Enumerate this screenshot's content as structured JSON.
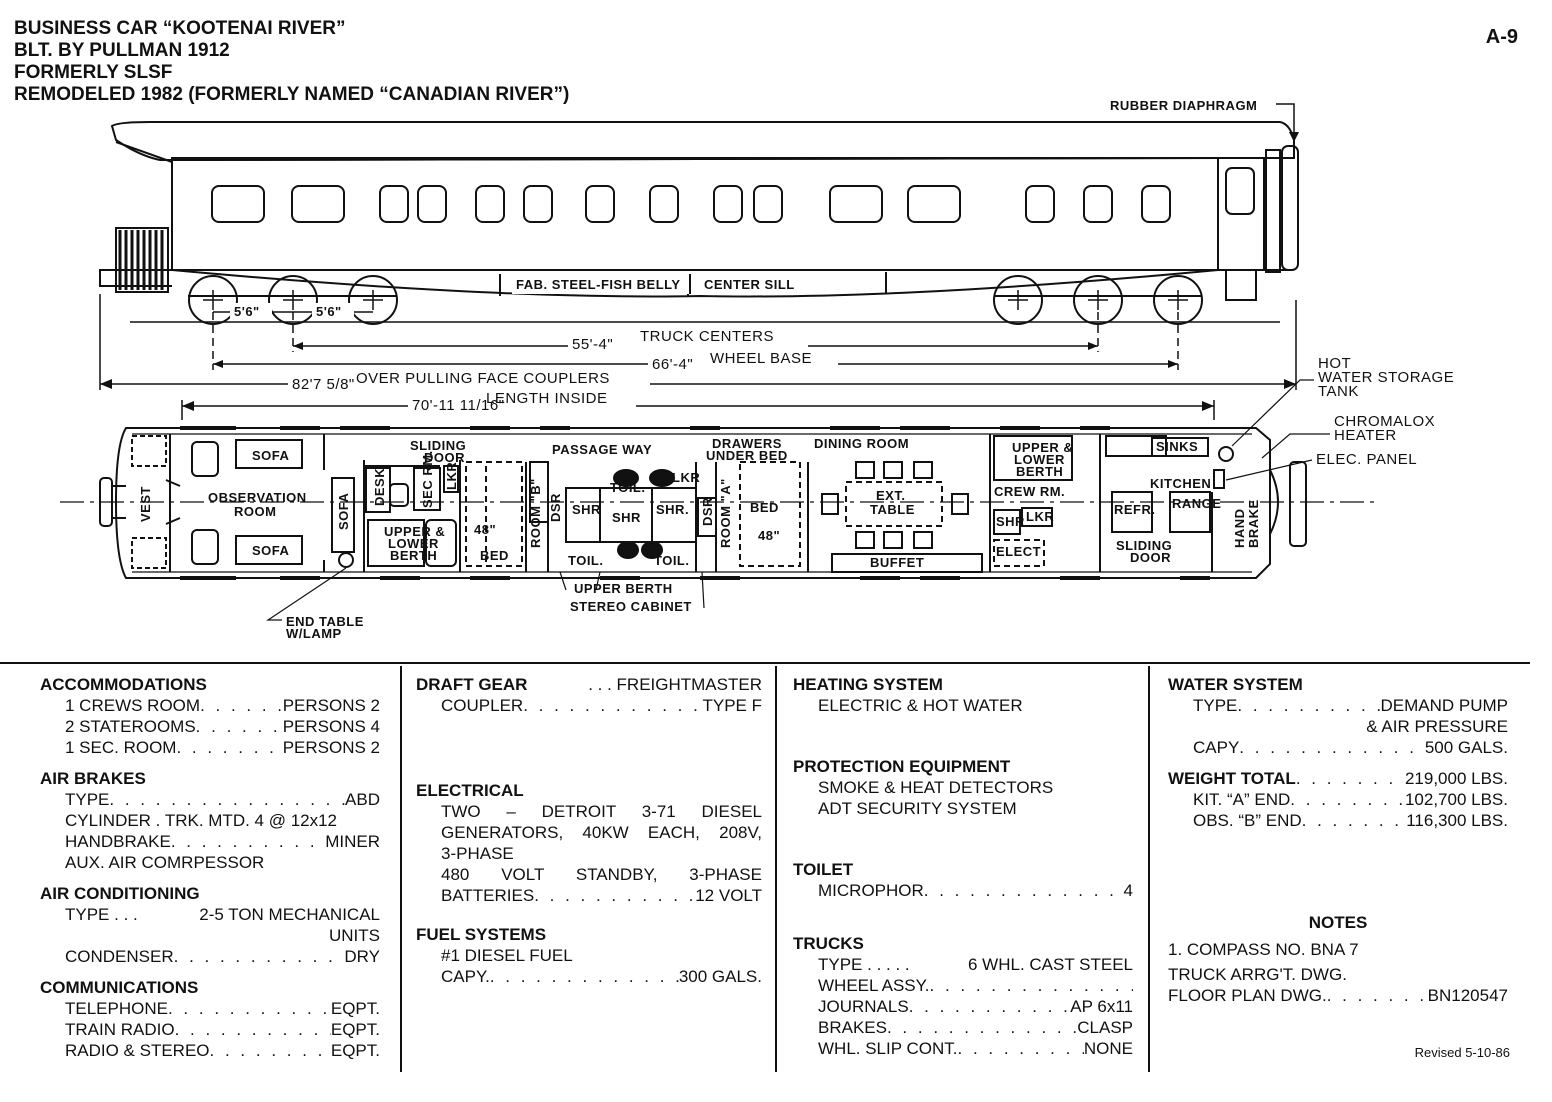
{
  "header": {
    "line1": "BUSINESS CAR “KOOTENAI RIVER”",
    "line2": "BLT. BY PULLMAN 1912",
    "line3": "FORMERLY SLSF",
    "line4": "REMODELED 1982 (FORMERLY NAMED “CANADIAN RIVER”)",
    "page_id": "A-9"
  },
  "side_view": {
    "rubber_diaphragm": "RUBBER DIAPHRAGM",
    "sill_label_1": "FAB. STEEL-FISH BELLY",
    "sill_label_2": "CENTER SILL",
    "dim_axle_1": "5'6\"",
    "dim_axle_2": "5'6\"",
    "truck_centers_value": "55'-4\"",
    "truck_centers_label": "TRUCK CENTERS",
    "wheel_base_value": "66'-4\"",
    "wheel_base_label": "WHEEL BASE",
    "over_couplers_value": "82'7 5/8\"",
    "over_couplers_label": "OVER PULLING FACE COUPLERS",
    "length_inside_value": "70'-11 11/16\"",
    "length_inside_label": "LENGTH INSIDE"
  },
  "plan_view": {
    "vest": "VEST",
    "sofa_1": "SOFA",
    "sofa_2": "SOFA",
    "sofa_3": "SOFA",
    "observation_room_1": "OBSERVATION",
    "observation_room_2": "ROOM",
    "desk": "DESK",
    "sec_rm": "SEC RM.",
    "lkr_1": "LKR",
    "sliding_door_1": "SLIDING",
    "sliding_door_2": "DOOR",
    "upper_lower_berth_1": "UPPER &",
    "upper_lower_berth_2": "LOWER",
    "upper_lower_berth_3": "BERTH",
    "bed_1": "BED",
    "bed_1_dim": "48\"",
    "room_b": "ROOM \"B\"",
    "dsr_1": "DSR",
    "passageway": "PASSAGE WAY",
    "toil_1": "TOIL.",
    "lkr_2": "LKR",
    "shr_1": "SHR",
    "shr_2": "SHR",
    "shr_3": "SHR.",
    "toil_2": "TOIL.",
    "toil_3": "TOIL.",
    "dsr_2": "DSR",
    "room_a": "ROOM \"A\"",
    "drawers_1": "DRAWERS",
    "drawers_2": "UNDER BED",
    "bed_2": "BED",
    "bed_2_dim": "48\"",
    "dining_room": "DINING ROOM",
    "ext_table_1": "EXT.",
    "ext_table_2": "TABLE",
    "buffet": "BUFFET",
    "upper_lower_berth_b1": "UPPER &",
    "upper_lower_berth_b2": "LOWER",
    "upper_lower_berth_b3": "BERTH",
    "crew_rm": "CREW RM.",
    "shr_4": "SHR",
    "lkr_3": "LKR",
    "elect": "ELECT",
    "sinks": "SINKS",
    "kitchen": "KITCHEN",
    "refr": "REFR.",
    "range": "RANGE",
    "sliding_door_b1": "SLIDING",
    "sliding_door_b2": "DOOR",
    "hand_brake_1": "HAND",
    "hand_brake_2": "BRAKE",
    "end_table_1": "END TABLE",
    "end_table_2": "W/LAMP",
    "upper_berth": "UPPER BERTH",
    "stereo_cabinet": "STEREO CABINET",
    "hot_water_1": "HOT",
    "hot_water_2": "WATER STORAGE",
    "hot_water_3": "TANK",
    "chromalox_1": "CHROMALOX",
    "chromalox_2": "HEATER",
    "elec_panel": "ELEC. PANEL"
  },
  "specs": {
    "accommodations": {
      "title": "ACCOMMODATIONS",
      "rows": [
        {
          "k": "1 CREWS ROOM",
          "v": "PERSONS 2"
        },
        {
          "k": "2 STATEROOMS",
          "v": "PERSONS 4"
        },
        {
          "k": "1 SEC. ROOM",
          "v": "PERSONS 2"
        }
      ]
    },
    "air_brakes": {
      "title": "AIR BRAKES",
      "type_k": "TYPE",
      "type_v": "ABD",
      "cylinder": "CYLINDER . TRK. MTD. 4 @ 12x12",
      "handbrake_k": "HANDBRAKE",
      "handbrake_v": "MINER",
      "aux": "AUX. AIR COMRPESSOR"
    },
    "air_conditioning": {
      "title": "AIR CONDITIONING",
      "type_k": "TYPE . . .",
      "type_v": "2-5 TON MECHANICAL",
      "type_v2": "UNITS",
      "condenser_k": "CONDENSER",
      "condenser_v": "DRY"
    },
    "communications": {
      "title": "COMMUNICATIONS",
      "rows": [
        {
          "k": "TELEPHONE",
          "v": "EQPT."
        },
        {
          "k": "TRAIN RADIO",
          "v": "EQPT."
        },
        {
          "k": "RADIO & STEREO",
          "v": "EQPT."
        }
      ]
    },
    "draft_gear": {
      "title": "DRAFT GEAR",
      "title_v": ". . . FREIGHTMASTER",
      "coupler_k": "COUPLER",
      "coupler_v": "TYPE F"
    },
    "electrical": {
      "title": "ELECTRICAL",
      "line1": "TWO – DETROIT 3-71 DIESEL",
      "line2": "GENERATORS, 40KW EACH, 208V,",
      "line3": "3-PHASE",
      "line4": "480 VOLT STANDBY, 3-PHASE",
      "batteries_k": "BATTERIES",
      "batteries_v": "12 VOLT"
    },
    "fuel_systems": {
      "title": "FUEL SYSTEMS",
      "line1": "#1 DIESEL FUEL",
      "capy_k": "CAPY.",
      "capy_v": "300 GALS."
    },
    "heating_system": {
      "title": "HEATING SYSTEM",
      "line1": "ELECTRIC & HOT WATER"
    },
    "protection_equipment": {
      "title": "PROTECTION EQUIPMENT",
      "line1": "SMOKE & HEAT DETECTORS",
      "line2": "ADT SECURITY SYSTEM"
    },
    "toilet": {
      "title": "TOILET",
      "k": "MICROPHOR",
      "v": "4"
    },
    "trucks": {
      "title": "TRUCKS",
      "type_k": "TYPE . . . . .",
      "type_v": "6 WHL. CAST STEEL",
      "wheel_k": "WHEEL ASSY.",
      "wheel_v": "",
      "journals_k": "JOURNALS",
      "journals_v": "AP 6x11",
      "brakes_k": "BRAKES",
      "brakes_v": "CLASP",
      "slip_k": "WHL. SLIP CONT.",
      "slip_v": "NONE"
    },
    "water_system": {
      "title": "WATER SYSTEM",
      "type_k": "TYPE",
      "type_v": "DEMAND PUMP",
      "type_v2": "& AIR PRESSURE",
      "capy_k": "CAPY",
      "capy_v": "500 GALS."
    },
    "weight": {
      "title": "WEIGHT TOTAL",
      "title_v": "219,000 LBS.",
      "kit_k": "KIT. “A” END",
      "kit_v": "102,700 LBS.",
      "obs_k": "OBS. “B” END",
      "obs_v": "116,300 LBS."
    },
    "notes": {
      "title": "NOTES",
      "line1": "1. COMPASS NO. BNA 7",
      "line2": "TRUCK ARRG'T. DWG.",
      "fp_k": "FLOOR PLAN DWG.",
      "fp_v": "BN120547"
    },
    "revised": "Revised 5-10-86"
  }
}
